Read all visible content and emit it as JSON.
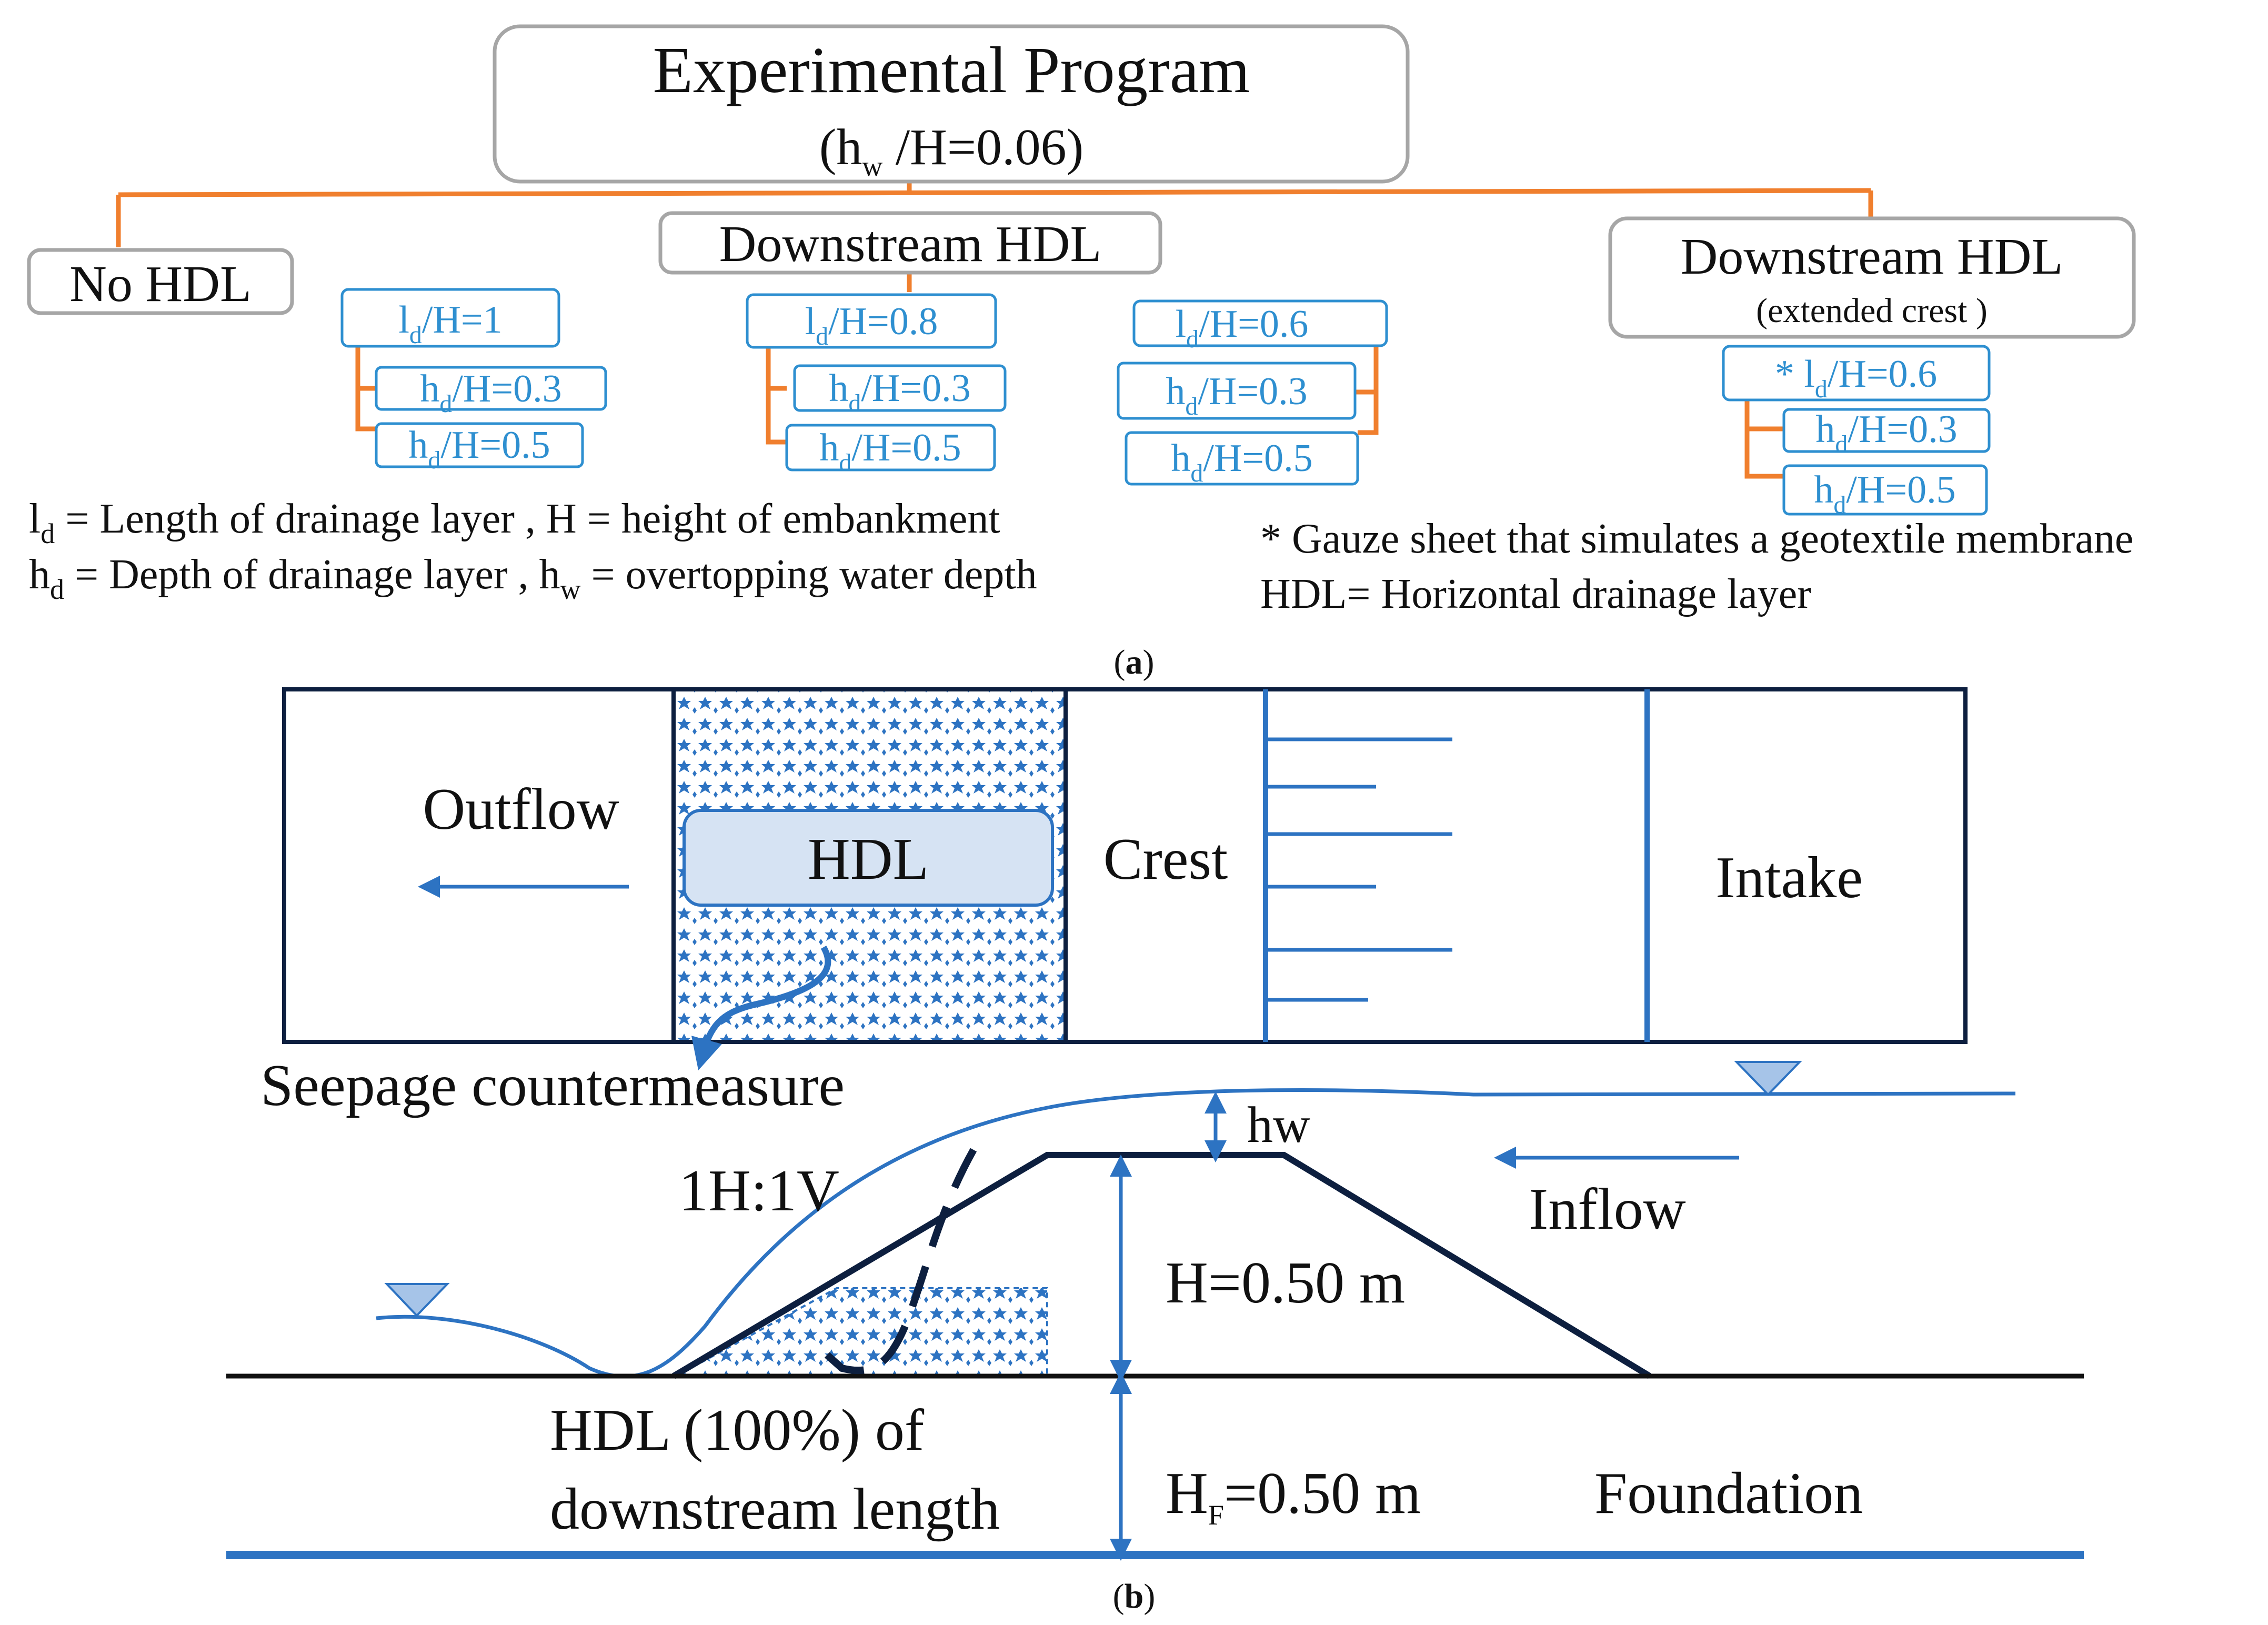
{
  "part_a": {
    "root": {
      "title": "Experimental Program",
      "subtitle": "(h",
      "subtitle_sub": "w",
      "subtitle_rest": " /H=0.06)"
    },
    "no_hdl": "No HDL",
    "downstream_hdl": "Downstream HDL",
    "extended": {
      "title": "Downstream HDL",
      "subtitle": "(extended crest )"
    },
    "groups": [
      {
        "ld": {
          "pre": "l",
          "sub": "d",
          "post": "/H=1"
        },
        "hd": [
          {
            "pre": "h",
            "sub": "d",
            "post": "/H=0.3"
          },
          {
            "pre": "h",
            "sub": "d",
            "post": "/H=0.5"
          }
        ]
      },
      {
        "ld": {
          "pre": "l",
          "sub": "d",
          "post": "/H=0.8"
        },
        "hd": [
          {
            "pre": "h",
            "sub": "d",
            "post": "/H=0.3"
          },
          {
            "pre": "h",
            "sub": "d",
            "post": "/H=0.5"
          }
        ]
      },
      {
        "ld": {
          "pre": "l",
          "sub": "d",
          "post": "/H=0.6"
        },
        "hd": [
          {
            "pre": "h",
            "sub": "d",
            "post": "/H=0.3"
          },
          {
            "pre": "h",
            "sub": "d",
            "post": "/H=0.5"
          }
        ]
      },
      {
        "ld": {
          "pre": "* l",
          "sub": "d",
          "post": "/H=0.6"
        },
        "hd": [
          {
            "pre": "h",
            "sub": "d",
            "post": "/H=0.3"
          },
          {
            "pre": "h",
            "sub": "d",
            "post": "/H=0.5"
          }
        ]
      }
    ],
    "legend_left": [
      {
        "pre": "l",
        "sub": "d",
        "post": " = Length of drainage layer , H = height of embankment"
      },
      {
        "pre": "h",
        "sub": "d",
        "post": " = Depth of drainage layer , h",
        "sub2": "w",
        "post2": " = overtopping water depth"
      }
    ],
    "legend_right": [
      "* Gauze sheet that simulates a geotextile membrane",
      "HDL= Horizontal drainage layer"
    ],
    "caption": {
      "open": "(",
      "letter": "a",
      "close": ")"
    }
  },
  "part_b": {
    "outflow": "Outflow",
    "hdl": "HDL",
    "crest": "Crest",
    "intake": "Intake",
    "seepage": "Seepage countermeasure",
    "slope": "1H:1V",
    "hw": "hw",
    "inflow": "Inflow",
    "height": "H=0.50 m",
    "hdl_note_1": "HDL (100%) of",
    "hdl_note_2": "downstream length",
    "hf": {
      "pre": "H",
      "sub": "F",
      "post": "=0.50 m"
    },
    "foundation": "Foundation",
    "caption": {
      "open": "(",
      "letter": "b",
      "close": ")"
    }
  },
  "colors": {
    "orange": "#f07f2e",
    "box_text": "#2e8fd0",
    "navy": "#0d1f3f",
    "blue": "#2d73c2",
    "hdl_fill": "#d6e3f3"
  }
}
